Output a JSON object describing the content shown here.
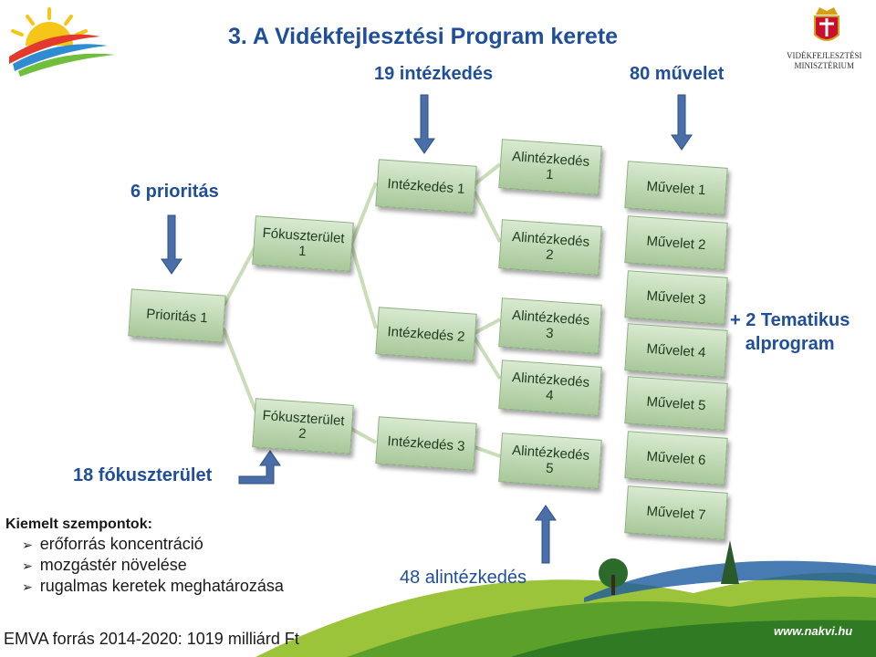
{
  "title": "3. A Vidékfejlesztési Program kerete",
  "counts": {
    "intezkedes": "19 intézkedés",
    "muvelet": "80 művelet",
    "prioritas": "6 prioritás",
    "fokuszterulet": "18 fókuszterület",
    "alintezkedes": "48 alintézkedés"
  },
  "tematikus": {
    "line1": "+ 2 Tematikus",
    "line2": "alprogram"
  },
  "boxes": {
    "prio1": "Prioritás 1",
    "fok1a": "Fókuszterület",
    "fok1b": "1",
    "fok2a": "Fókuszterület",
    "fok2b": "2",
    "int1": "Intézkedés 1",
    "int2": "Intézkedés 2",
    "int3": "Intézkedés 3",
    "al1a": "Alintézkedés",
    "al1b": "1",
    "al2a": "Alintézkedés",
    "al2b": "2",
    "al3a": "Alintézkedés",
    "al3b": "3",
    "al4a": "Alintézkedés",
    "al4b": "4",
    "al5a": "Alintézkedés",
    "al5b": "5",
    "m1": "Művelet 1",
    "m2": "Művelet 2",
    "m3": "Művelet 3",
    "m4": "Művelet 4",
    "m5": "Művelet 5",
    "m6": "Művelet 6",
    "m7": "Művelet 7"
  },
  "notes": {
    "heading": "Kiemelt szempontok:",
    "items": [
      "erőforrás koncentráció",
      "mozgástér növelése",
      "rugalmas keretek meghatározása"
    ]
  },
  "emva": "EMVA forrás 2014-2020: 1019 milliárd Ft",
  "ministry": {
    "line1": "VIDÉKFEJLESZTÉSI",
    "line2": "MINISZTÉRIUM"
  },
  "website": "www.nakvi.hu",
  "colors": {
    "text_blue": "#1f4e9a",
    "box_green": "#b8d6aa",
    "connector": "#c9ddb8",
    "arrow": "#4a6fa8"
  }
}
